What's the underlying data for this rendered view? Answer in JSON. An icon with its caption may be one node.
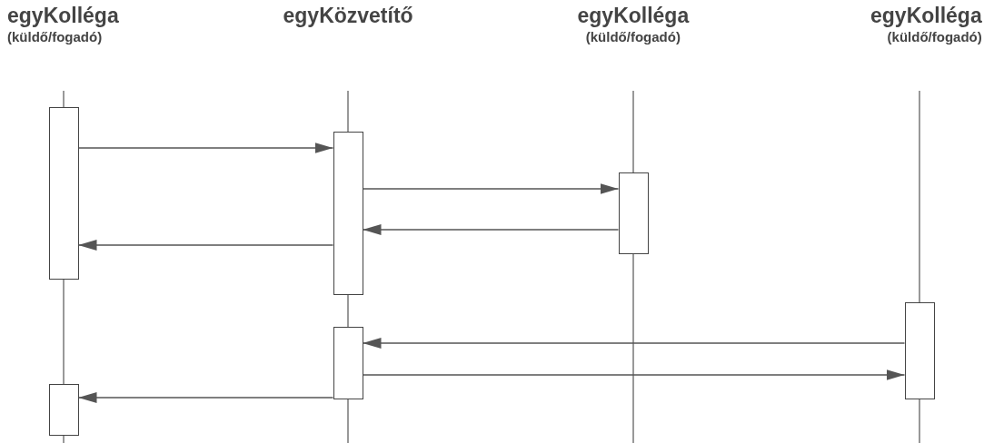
{
  "diagram": {
    "nodes": [
      {
        "text": [
          "egyKolléga",
          "(küldő/fogadó)"
        ]
      },
      {
        "text": [
          "egyKözvetítő"
        ]
      },
      {
        "text": [
          "egyKolléga",
          "(küldő/fogadó)"
        ]
      },
      {
        "text": [
          "egyKolléga",
          "(küldő/fogadó)"
        ]
      },
      {
        "text": [],
        "shape": "bar"
      },
      {
        "text": [],
        "shape": "bar"
      },
      {
        "text": [],
        "shape": "bar"
      },
      {
        "text": [],
        "shape": "bar"
      },
      {
        "text": [],
        "shape": "bar"
      },
      {
        "text": [],
        "shape": "bar"
      }
    ],
    "edges": [
      {
        "from": 4,
        "to": 6,
        "arrow": "to"
      },
      {
        "from": 6,
        "to": 8,
        "arrow": "to"
      },
      {
        "from": 8,
        "to": 6,
        "arrow": "to"
      },
      {
        "from": 6,
        "to": 4,
        "arrow": "to"
      },
      {
        "from": 9,
        "to": 7,
        "arrow": "to"
      },
      {
        "from": 7,
        "to": 9,
        "arrow": "to"
      },
      {
        "from": 7,
        "to": 5,
        "arrow": "to"
      }
    ]
  }
}
